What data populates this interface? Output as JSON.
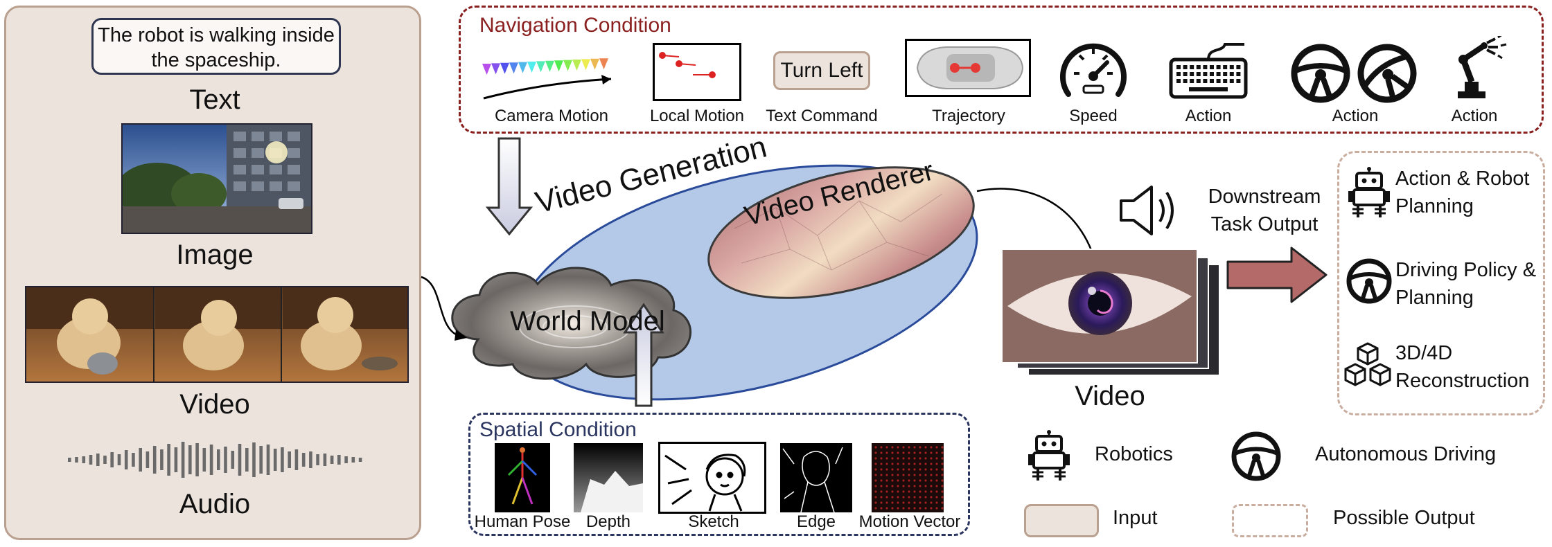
{
  "input": {
    "text_caption": "The robot is walking inside the spaceship.",
    "labels": {
      "text": "Text",
      "image": "Image",
      "video": "Video",
      "audio": "Audio"
    }
  },
  "navigation": {
    "title": "Navigation Condition",
    "items": [
      "Camera Motion",
      "Local Motion",
      "Text Command",
      "Trajectory",
      "Speed",
      "Action",
      "Action",
      "Action"
    ],
    "turn_left": "Turn Left"
  },
  "core": {
    "video_generation": "Video Generation",
    "video_renderer": "Video Renderer",
    "world_model": "World Model"
  },
  "spatial": {
    "title": "Spatial Condition",
    "items": [
      "Human Pose",
      "Depth",
      "Sketch",
      "Edge",
      "Motion Vector"
    ]
  },
  "output": {
    "video_label": "Video",
    "downstream": "Downstream Task Output",
    "items": [
      "Action & Robot Planning",
      "Driving Policy & Planning",
      "3D/4D Reconstruction"
    ]
  },
  "legend": {
    "robotics": "Robotics",
    "autonomous": "Autonomous Driving",
    "input": "Input",
    "possible_output": "Possible Output"
  },
  "colors": {
    "input_fill": "#ece3dc",
    "nav_border": "#8b2020",
    "spatial_border": "#2a3560",
    "ellipse_fill": "#b4c9e8",
    "arrow_fill": "#b56a6a"
  }
}
